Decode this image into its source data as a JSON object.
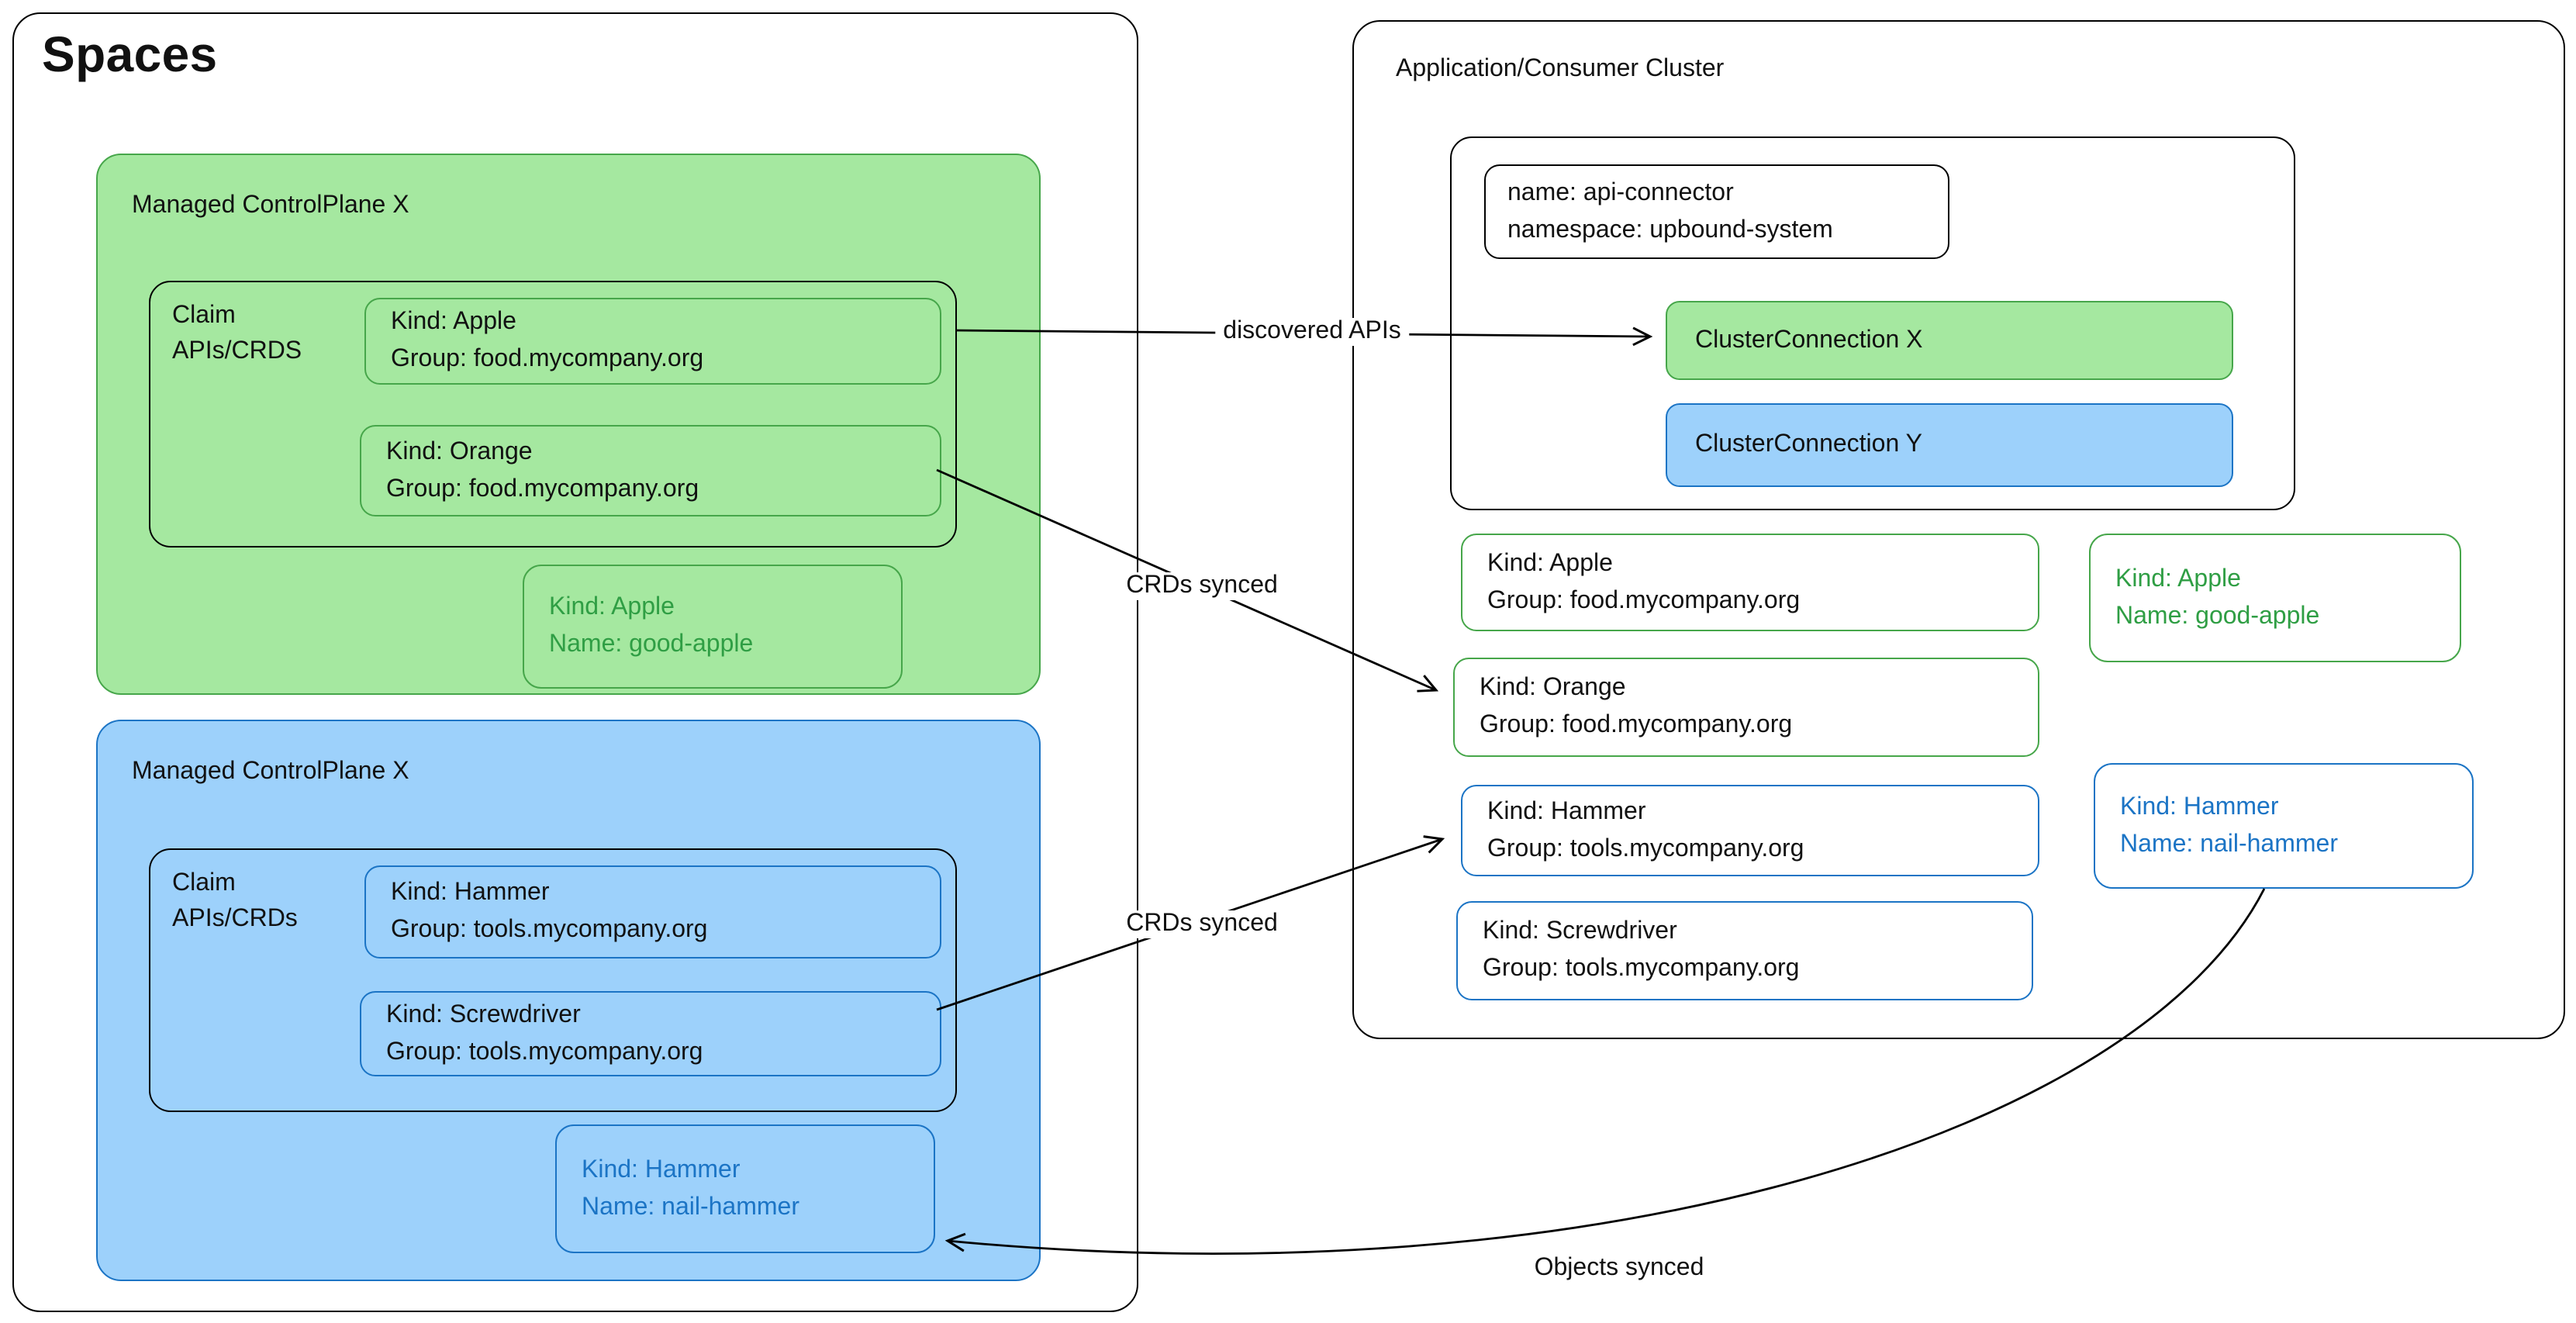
{
  "colors": {
    "green-fill": "#a5e8a0",
    "green-border": "#46a64a",
    "green-text": "#2f9e44",
    "blue-fill": "#9dd1fb",
    "blue-border": "#1b74c5",
    "blue-text": "#1b74c5",
    "line": "#000000",
    "text": "#111111"
  },
  "spaces": {
    "title": "Spaces",
    "mcp_green": {
      "title": "Managed ControlPlane X",
      "claim_label_line1": "Claim",
      "claim_label_line2": "APIs/CRDS",
      "crds": [
        {
          "line1": "Kind: Apple",
          "line2": "Group: food.mycompany.org"
        },
        {
          "line1": "Kind: Orange",
          "line2": "Group: food.mycompany.org"
        }
      ],
      "object": {
        "line1": "Kind: Apple",
        "line2": "Name: good-apple"
      }
    },
    "mcp_blue": {
      "title": "Managed ControlPlane X",
      "claim_label_line1": "Claim",
      "claim_label_line2": "APIs/CRDs",
      "crds": [
        {
          "line1": "Kind: Hammer",
          "line2": "Group: tools.mycompany.org"
        },
        {
          "line1": "Kind: Screwdriver",
          "line2": "Group: tools.mycompany.org"
        }
      ],
      "object": {
        "line1": "Kind: Hammer",
        "line2": "Name: nail-hammer"
      }
    }
  },
  "cluster": {
    "title": "Application/Consumer Cluster",
    "api_connector": {
      "line1": "name: api-connector",
      "line2": "namespace: upbound-system"
    },
    "connections": [
      {
        "label": "ClusterConnection X"
      },
      {
        "label": "ClusterConnection Y"
      }
    ],
    "synced_crds": [
      {
        "line1": "Kind: Apple",
        "line2": "Group: food.mycompany.org"
      },
      {
        "line1": "Kind: Orange",
        "line2": "Group: food.mycompany.org"
      },
      {
        "line1": "Kind: Hammer",
        "line2": "Group: tools.mycompany.org"
      },
      {
        "line1": "Kind: Screwdriver",
        "line2": "Group: tools.mycompany.org"
      }
    ],
    "synced_objects": [
      {
        "line1": "Kind: Apple",
        "line2": "Name: good-apple"
      },
      {
        "line1": "Kind: Hammer",
        "line2": "Name: nail-hammer"
      }
    ]
  },
  "arrow_labels": {
    "discovered_apis": "discovered APIs",
    "crds_synced_top": "CRDs synced",
    "crds_synced_bottom": "CRDs synced",
    "objects_synced": "Objects synced"
  }
}
